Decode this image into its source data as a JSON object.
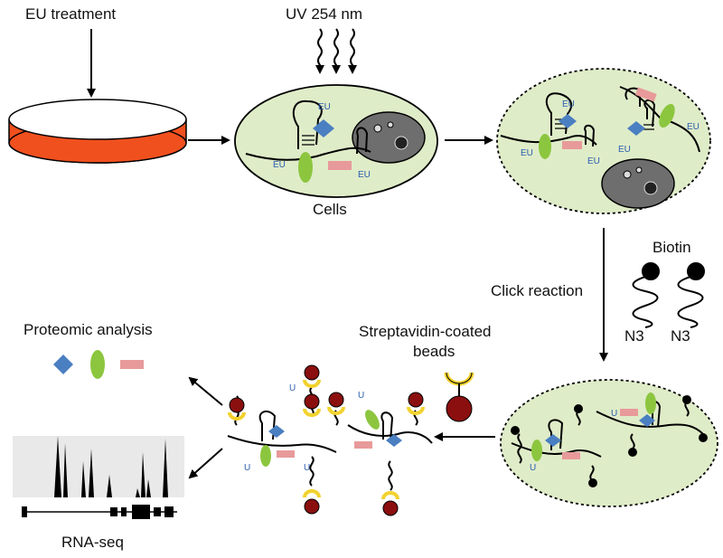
{
  "labels": {
    "eu_treatment": "EU treatment",
    "uv": "UV 254 nm",
    "cells": "Cells",
    "biotin": "Biotin",
    "click_reaction": "Click reaction",
    "n3_a": "N3",
    "n3_b": "N3",
    "streptavidin_line1": "Streptavidin-coated",
    "streptavidin_line2": "beads",
    "proteomic": "Proteomic analysis",
    "rnaseq": "RNA-seq",
    "eu_tag": "EU",
    "u_tag": "U"
  },
  "colors": {
    "dish_orange": "#f0501e",
    "cell_green": "#dfecc8",
    "nucleus_grey": "#6e6e6e",
    "protein_blue": "#4a7fc1",
    "protein_green": "#8cc63f",
    "protein_pink": "#e89a9a",
    "bead_red": "#8b0f0f",
    "bead_yellow": "#f2d22e",
    "eu_text": "#2a5db0"
  },
  "icons": [
    "dish-icon",
    "uv-arrows-icon",
    "cell-icon",
    "nucleus-icon",
    "rna-icon",
    "biotin-azide-icon",
    "streptavidin-bead-icon",
    "rna-seq-track-icon",
    "gene-model-icon"
  ]
}
